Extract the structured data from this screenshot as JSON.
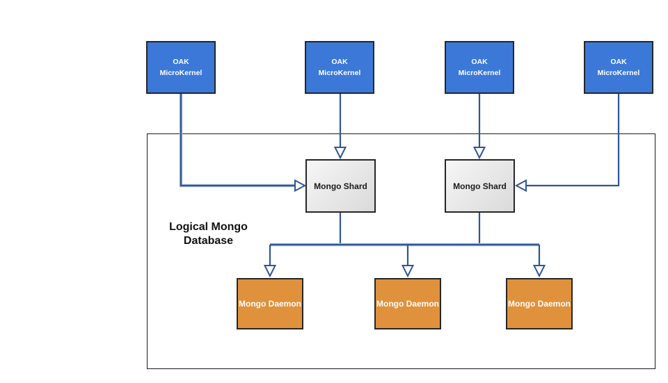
{
  "diagram": {
    "container_label": "Logical Mongo\nDatabase",
    "kernels": [
      {
        "label": "OAK\nMicroKernel"
      },
      {
        "label": "OAK\nMicroKernel"
      },
      {
        "label": "OAK\nMicroKernel"
      },
      {
        "label": "OAK\nMicroKernel"
      }
    ],
    "shards": [
      {
        "label": "Mongo Shard"
      },
      {
        "label": "Mongo Shard"
      }
    ],
    "daemons": [
      {
        "label": "Mongo Daemon"
      },
      {
        "label": "Mongo Daemon"
      },
      {
        "label": "Mongo Daemon"
      }
    ],
    "colors": {
      "kernel_fill": "#3b78d8",
      "kernel_text": "#ffffff",
      "shard_fill_light": "#f6f6f6",
      "shard_fill_dark": "#dadada",
      "shard_text": "#1a1a1a",
      "daemon_fill": "#e0913c",
      "daemon_text": "#ffffff",
      "node_border": "#262626",
      "container_border": "#1a1a1a",
      "connector": "#2e5596",
      "connector_halo": "#a9bdd9",
      "title_text": "#111111"
    }
  }
}
